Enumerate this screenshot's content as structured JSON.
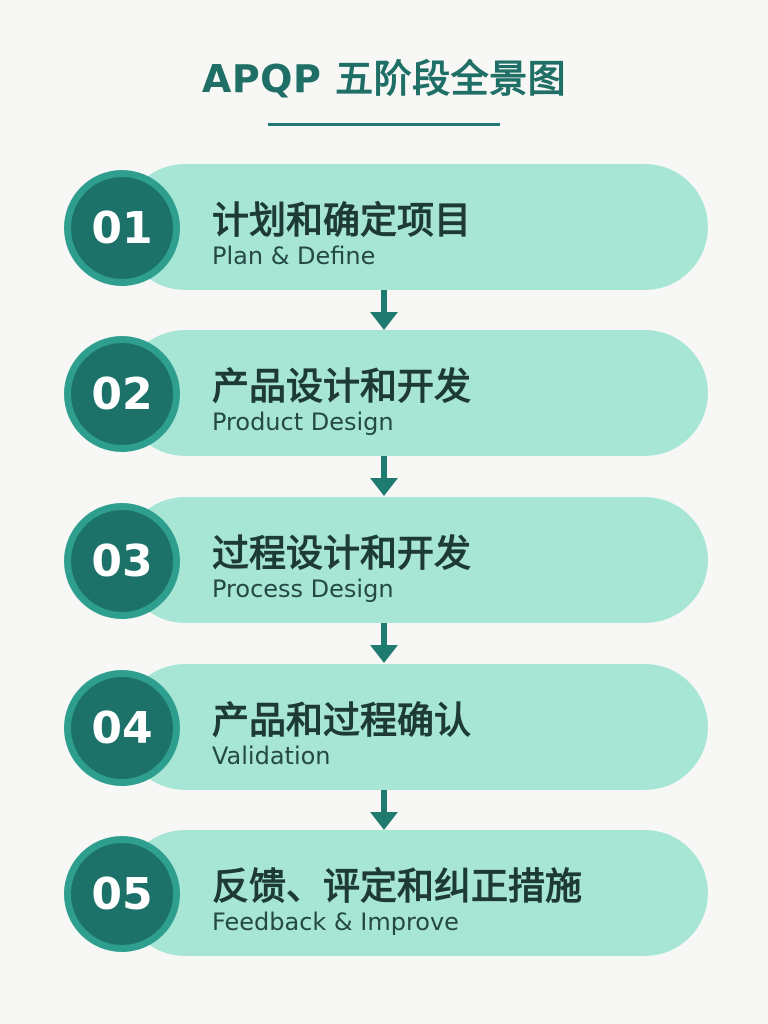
{
  "title": "APQP 五阶段全景图",
  "stages": [
    {
      "num": "01",
      "zh": "计划和确定项目",
      "en": "Plan & Define"
    },
    {
      "num": "02",
      "zh": "产品设计和开发",
      "en": "Product Design"
    },
    {
      "num": "03",
      "zh": "过程设计和开发",
      "en": "Process Design"
    },
    {
      "num": "04",
      "zh": "产品和过程确认",
      "en": "Validation"
    },
    {
      "num": "05",
      "zh": "反馈、评定和纠正措施",
      "en": "Feedback & Improve"
    }
  ],
  "colors": {
    "accent": "#1c7268",
    "ring": "#2e9e8f",
    "pill": "#a7e6d5",
    "text": "#1e3a37"
  },
  "icons": {
    "connector": "arrow-down-icon"
  }
}
